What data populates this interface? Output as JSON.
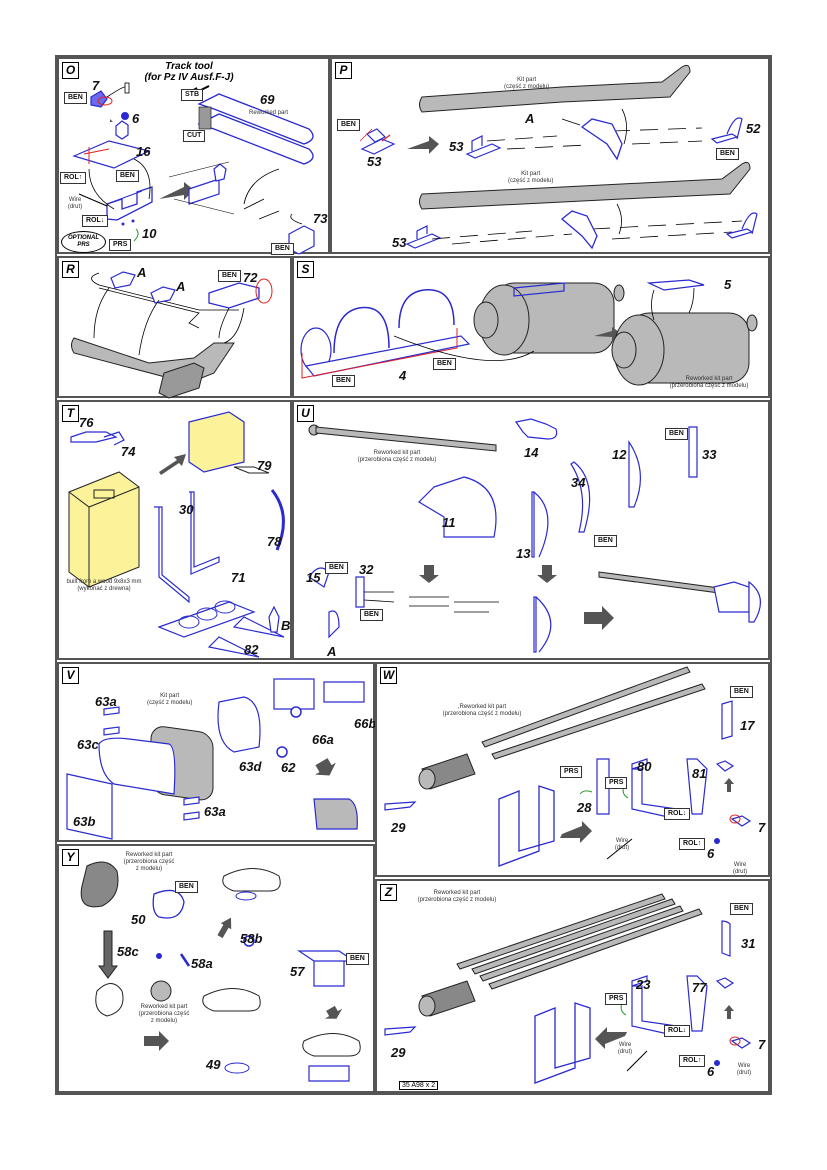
{
  "sheet": {
    "code": "35 A98 x 2"
  },
  "colors": {
    "part_blue": "#2a2ad0",
    "kit_grey": "#b9b9b9",
    "wood_yellow": "#fbf29a",
    "bend_red": "#e02020",
    "press_green": "#2a9a2a"
  },
  "tags": {
    "ben": "BEN",
    "prs": "PRS",
    "rol_up": "ROL↑",
    "rol_down": "ROL↓",
    "stb": "STB",
    "cut": "CUT"
  },
  "notes": {
    "kit_part": "Kit part",
    "kit_part_pl": "(część z modelu)",
    "reworked_kit_part": "Reworked kit part",
    "reworked_kit_part_pl": "(przerobiona część z modelu)",
    "reworked_kit_part_w": ",Reworked kit part",
    "reworked_part": "Reworked part",
    "wire": "Wire",
    "wire_pl": "(drut)",
    "y_reworked_pl_1": "(przerobiona część",
    "y_reworked_pl_2": "z modelu)",
    "wood_1": "built from a wood 9x8x3 mm",
    "wood_2": "(wykonać z drewna)"
  },
  "panels": {
    "O": {
      "label": "O",
      "title_1": "Track tool",
      "title_2": "(for Pz IV  Ausf.F-J)",
      "optional_1": "OPTIONAL",
      "optional_2": "PRS",
      "parts": [
        "7",
        "6",
        "16",
        "10",
        "69",
        "73"
      ]
    },
    "P": {
      "label": "P",
      "parts": [
        "53",
        "53",
        "53",
        "52"
      ],
      "marker": "A"
    },
    "R": {
      "label": "R",
      "parts": [
        "72"
      ],
      "marker": "A"
    },
    "S": {
      "label": "S",
      "parts": [
        "4",
        "5"
      ]
    },
    "T": {
      "label": "T",
      "parts": [
        "76",
        "74",
        "30",
        "79",
        "78",
        "71",
        "82"
      ],
      "marker": "B"
    },
    "U": {
      "label": "U",
      "parts": [
        "14",
        "12",
        "33",
        "34",
        "11",
        "13",
        "15",
        "32"
      ],
      "marker": "A"
    },
    "V": {
      "label": "V",
      "parts": [
        "63a",
        "63c",
        "63b",
        "63d",
        "62",
        "66a",
        "66b",
        "63a"
      ]
    },
    "W": {
      "label": "W",
      "parts": [
        "17",
        "80",
        "81",
        "28",
        "29",
        "7",
        "6"
      ]
    },
    "Y": {
      "label": "Y",
      "parts": [
        "50",
        "58c",
        "58a",
        "58b",
        "57",
        "49"
      ]
    },
    "Z": {
      "label": "Z",
      "parts": [
        "31",
        "23",
        "77",
        "29",
        "7",
        "6"
      ]
    }
  }
}
